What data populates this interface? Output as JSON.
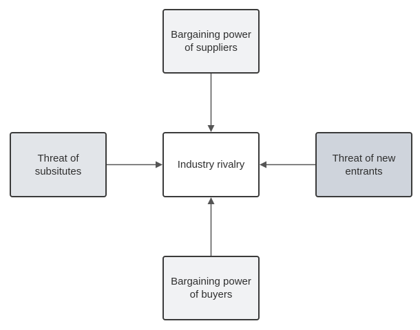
{
  "diagram": {
    "nodes": {
      "suppliers": {
        "label": "Bargaining power\nof suppliers"
      },
      "rivalry": {
        "label": "Industry rivalry"
      },
      "substitutes": {
        "label": "Threat of\nsubsitutes"
      },
      "entrants": {
        "label": "Threat of new\nentrants"
      },
      "buyers": {
        "label": "Bargaining power\nof buyers"
      }
    },
    "edges": [
      {
        "from": "suppliers",
        "to": "rivalry"
      },
      {
        "from": "substitutes",
        "to": "rivalry"
      },
      {
        "from": "entrants",
        "to": "rivalry"
      },
      {
        "from": "buyers",
        "to": "rivalry"
      }
    ],
    "colors": {
      "border": "#3a3a3a",
      "arrow": "#555555",
      "text": "#2f2f2f",
      "suppliers_fill": "#f1f2f4",
      "rivalry_fill": "#ffffff",
      "substitutes_fill": "#e2e5e9",
      "entrants_fill": "#cfd4dc",
      "buyers_fill": "#f1f2f4"
    }
  }
}
